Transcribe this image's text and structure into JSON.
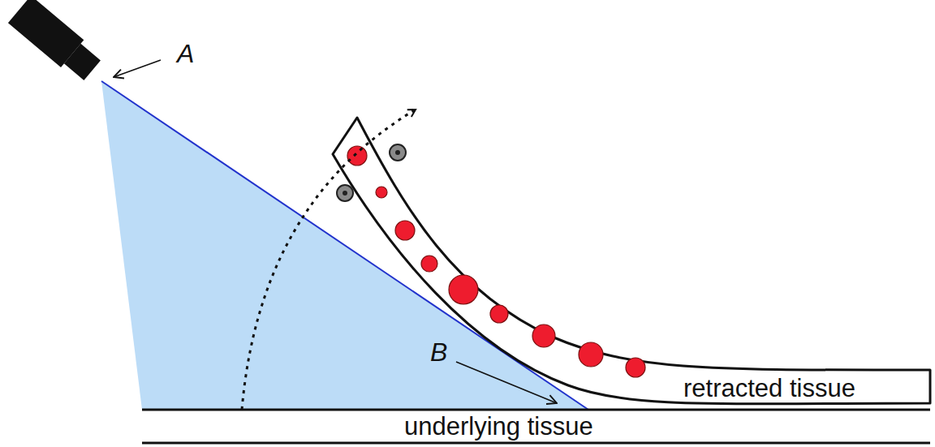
{
  "diagram": {
    "labels": [
      "A",
      "B",
      "retracted tissue",
      "underlying tissue"
    ]
  }
}
